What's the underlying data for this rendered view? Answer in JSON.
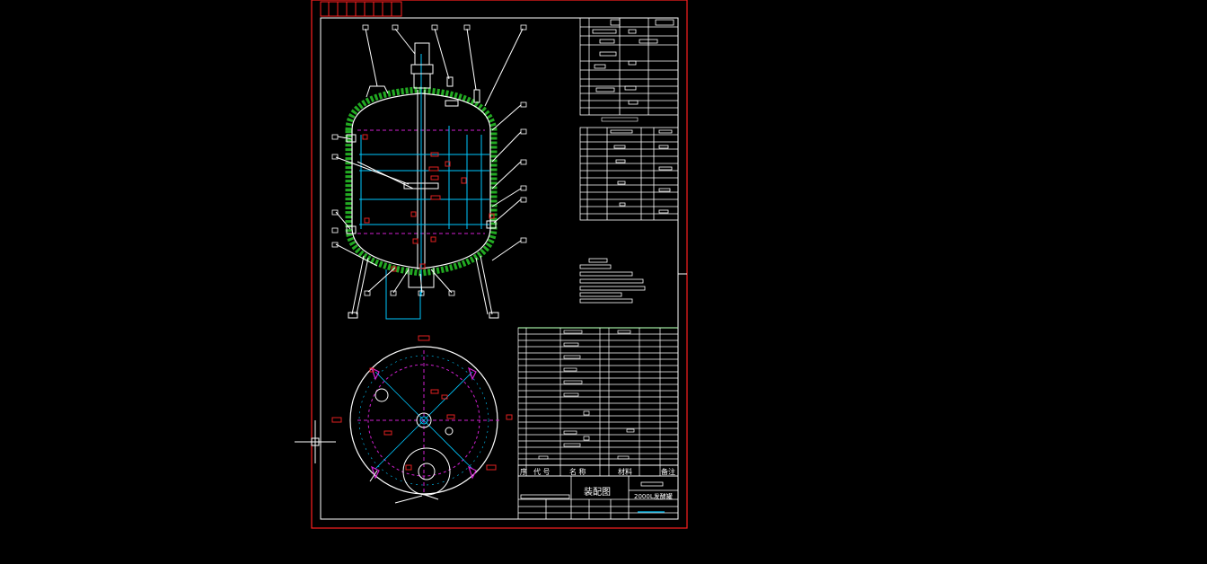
{
  "drawing": {
    "title_block": {
      "drawing_name": "装配图",
      "drawing_no": "2000L发酵罐",
      "header_codes": [
        "序",
        "代 号",
        "名 称",
        "材料",
        "备注"
      ]
    },
    "colors": {
      "background": "#000000",
      "frame": "#ff2020",
      "linework": "#ffffff",
      "jacket_insulation": "#22aa22",
      "centerline": "#00c8ff",
      "level_line": "#d020d0",
      "tags": "#e02020",
      "accent_line": "#20c020"
    },
    "icons": {
      "cursor": "crosshair-cursor-icon"
    }
  }
}
